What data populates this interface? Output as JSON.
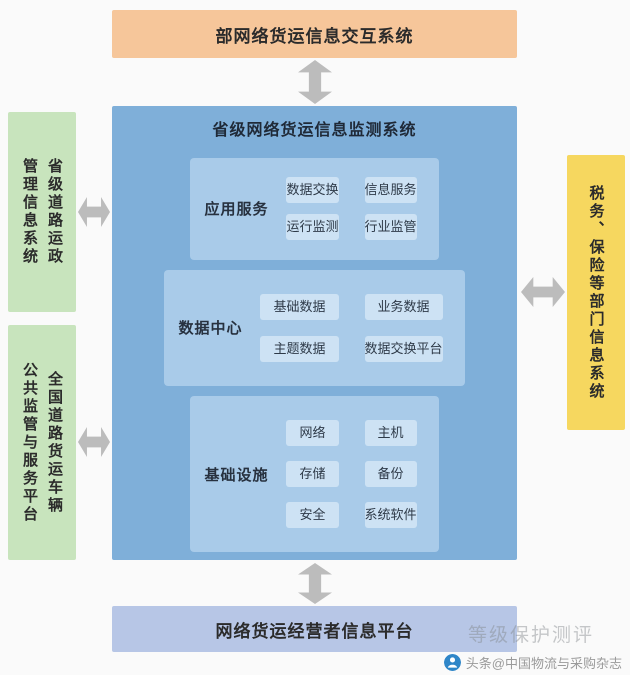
{
  "top_box": {
    "label": "部网络货运信息交互系统"
  },
  "center_box": {
    "title": "省级网络货运信息监测系统",
    "sections": [
      {
        "label": "应用服务",
        "items": [
          "数据交换",
          "信息服务",
          "运行监测",
          "行业监管"
        ]
      },
      {
        "label": "数据中心",
        "items": [
          "基础数据",
          "业务数据",
          "主题数据",
          "数据交换平台"
        ]
      },
      {
        "label": "基础设施",
        "items": [
          "网络",
          "主机",
          "存储",
          "备份",
          "安全",
          "系统软件"
        ]
      }
    ]
  },
  "left_boxes": [
    {
      "lines": [
        "省级道路运政",
        "管理信息系统"
      ]
    },
    {
      "lines": [
        "全国道路货运车辆",
        "公共监管与服务平台"
      ]
    }
  ],
  "right_box": {
    "lines": [
      "税务、保险等部门信息系统"
    ]
  },
  "bottom_box": {
    "label": "网络货运经营者信息平台"
  },
  "footer": {
    "credit": "头条@中国物流与采购杂志"
  },
  "watermark": {
    "text": "等级保护测评"
  },
  "colors": {
    "top_box": "#f6c69a",
    "center_box": "#7fafd9",
    "panel": "#a9cbe9",
    "chip": "#cde2f4",
    "green_box": "#c8e4bd",
    "yellow_box": "#f6d75f",
    "bottom_box": "#b7c6e6",
    "arrow": "#bcbcbc",
    "credit_logo": "#2f86c8"
  }
}
